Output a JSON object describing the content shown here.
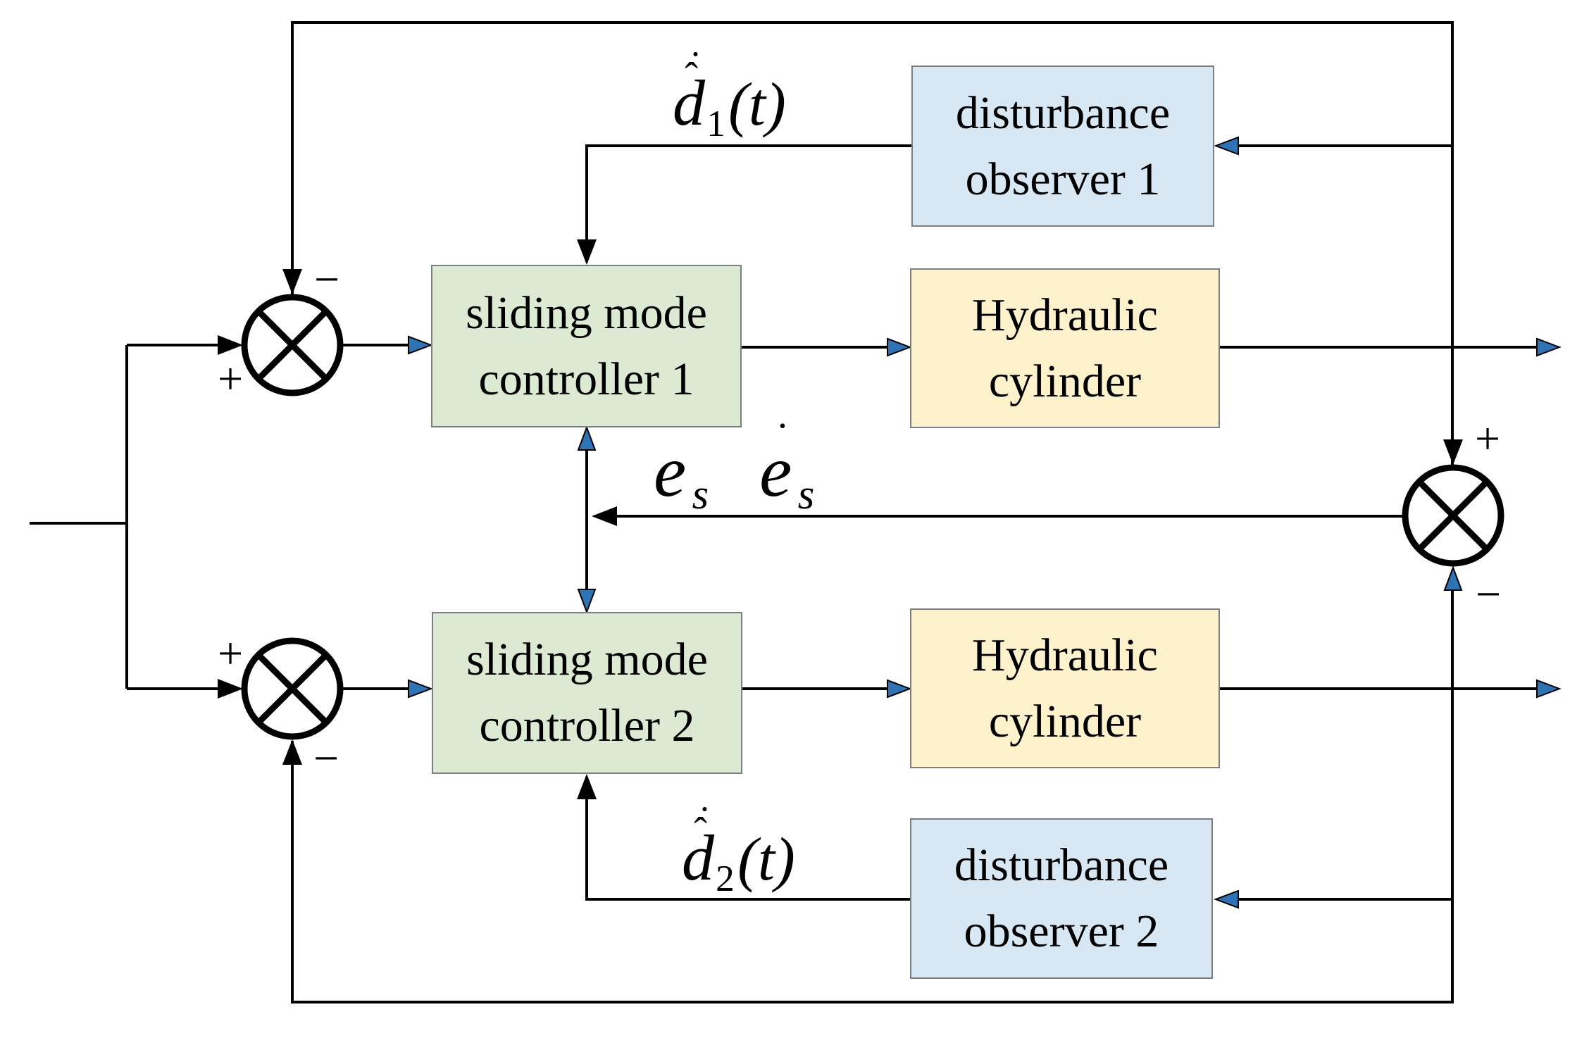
{
  "blocks": {
    "smc1": {
      "line1": "sliding mode",
      "line2": "controller 1"
    },
    "smc2": {
      "line1": "sliding mode",
      "line2": "controller 2"
    },
    "hc1": {
      "line1": "Hydraulic",
      "line2": "cylinder"
    },
    "hc2": {
      "line1": "Hydraulic",
      "line2": "cylinder"
    },
    "do1": {
      "line1": "disturbance",
      "line2": "observer 1"
    },
    "do2": {
      "line1": "disturbance",
      "line2": "observer 2"
    }
  },
  "labels": {
    "d1": {
      "dot": "˙",
      "hat": "ˆ",
      "base": "d",
      "sub": "1",
      "rest": "(t)"
    },
    "d2": {
      "dot": "˙",
      "hat": "ˆ",
      "base": "d",
      "sub": "2",
      "rest": "(t)"
    },
    "es": {
      "base": "e",
      "sub": "s"
    },
    "esdot": {
      "dot": "˙",
      "base": "e",
      "sub": "s"
    }
  },
  "signs": {
    "sum1_plus": "+",
    "sum1_minus": "−",
    "sum2_plus": "+",
    "sum2_minus": "−",
    "sum3_plus": "+",
    "sum3_minus": "−"
  },
  "colors": {
    "box_green": "#dcead4",
    "box_yellow": "#fdf2cc",
    "box_blue": "#d8e7f4",
    "box_border": "#7a7f84",
    "line_black": "#000000",
    "arrow_blue": "#2e74b5",
    "bg": "#ffffff"
  }
}
